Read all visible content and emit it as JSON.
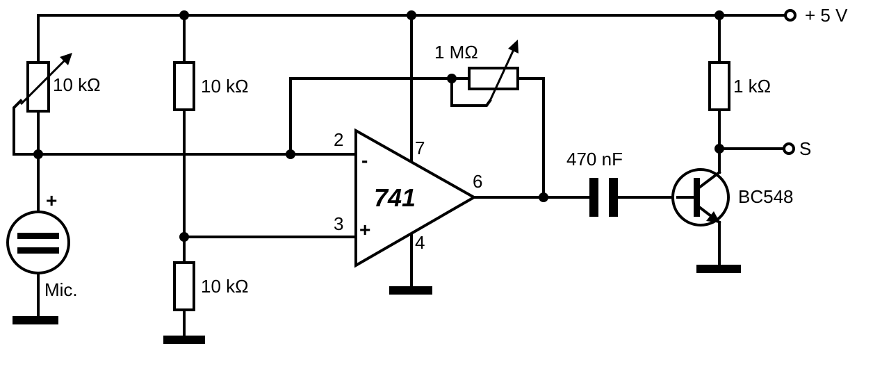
{
  "labels": {
    "supply": "+ 5 V",
    "output": "S",
    "trimmer_r": "10 kΩ",
    "divider_top": "10 kΩ",
    "divider_bottom": "10 kΩ",
    "feedback_pot": "1 MΩ",
    "collector_r": "1 kΩ",
    "capacitor": "470 nF",
    "transistor": "BC548",
    "mic": "Mic.",
    "mic_plus": "+"
  },
  "opamp": {
    "name": "741",
    "minus_sign": "-",
    "plus_sign": "+",
    "pins": {
      "inv": "2",
      "noninv": "3",
      "vplus": "7",
      "vminus": "4",
      "out": "6"
    }
  }
}
